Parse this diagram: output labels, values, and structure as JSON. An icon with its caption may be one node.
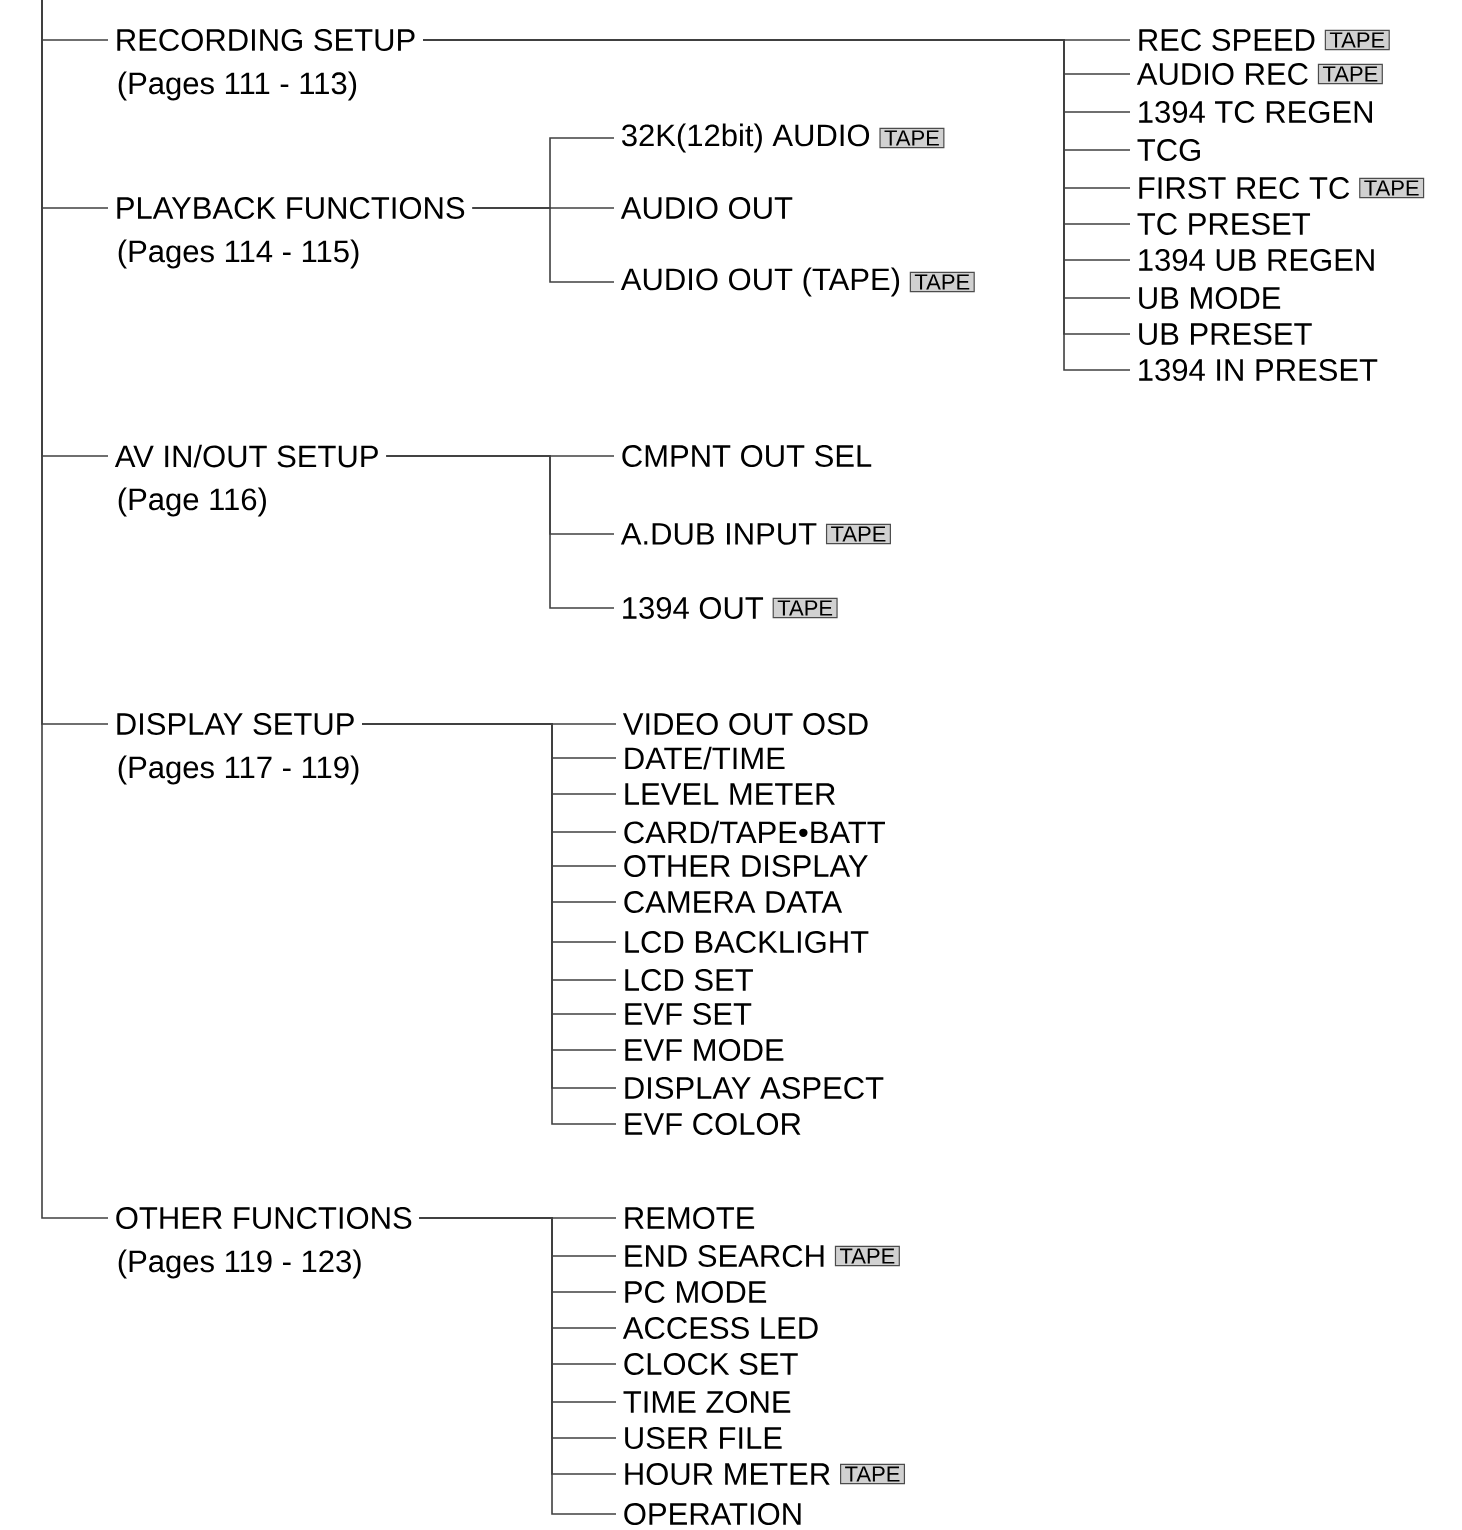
{
  "diagram": {
    "nodes": [
      {
        "text": [
          "RECORDING SETUP",
          "(Pages 111 - 113)"
        ]
      },
      {
        "text": [
          "REC SPEED",
          "TAPE"
        ]
      },
      {
        "text": [
          "AUDIO REC",
          "TAPE"
        ]
      },
      {
        "text": [
          "1394 TC REGEN"
        ]
      },
      {
        "text": [
          "TCG"
        ]
      },
      {
        "text": [
          "FIRST REC TC",
          "TAPE"
        ]
      },
      {
        "text": [
          "TC PRESET"
        ]
      },
      {
        "text": [
          "1394 UB REGEN"
        ]
      },
      {
        "text": [
          "UB MODE"
        ]
      },
      {
        "text": [
          "UB PRESET"
        ]
      },
      {
        "text": [
          "1394 IN PRESET"
        ]
      },
      {
        "text": [
          "PLAYBACK FUNCTIONS",
          "(Pages 114 - 115)"
        ]
      },
      {
        "text": [
          "32K(12bit) AUDIO",
          "TAPE"
        ]
      },
      {
        "text": [
          "AUDIO OUT"
        ]
      },
      {
        "text": [
          "AUDIO OUT (TAPE)",
          "TAPE"
        ]
      },
      {
        "text": [
          "AV IN/OUT SETUP",
          "(Page 116)"
        ]
      },
      {
        "text": [
          "CMPNT OUT SEL"
        ]
      },
      {
        "text": [
          "A.DUB INPUT",
          "TAPE"
        ]
      },
      {
        "text": [
          "1394 OUT",
          "TAPE"
        ]
      },
      {
        "text": [
          "DISPLAY SETUP",
          "(Pages 117 - 119)"
        ]
      },
      {
        "text": [
          "VIDEO OUT OSD"
        ]
      },
      {
        "text": [
          "DATE/TIME"
        ]
      },
      {
        "text": [
          "LEVEL METER"
        ]
      },
      {
        "text": [
          "CARD/TAPE•BATT"
        ]
      },
      {
        "text": [
          "OTHER DISPLAY"
        ]
      },
      {
        "text": [
          "CAMERA DATA"
        ]
      },
      {
        "text": [
          "LCD BACKLIGHT"
        ]
      },
      {
        "text": [
          "LCD SET"
        ]
      },
      {
        "text": [
          "EVF SET"
        ]
      },
      {
        "text": [
          "EVF MODE"
        ]
      },
      {
        "text": [
          "DISPLAY ASPECT"
        ]
      },
      {
        "text": [
          "EVF COLOR"
        ]
      },
      {
        "text": [
          "OTHER FUNCTIONS",
          "(Pages 119 - 123)"
        ]
      },
      {
        "text": [
          "REMOTE"
        ]
      },
      {
        "text": [
          "END SEARCH",
          "TAPE"
        ]
      },
      {
        "text": [
          "PC MODE"
        ]
      },
      {
        "text": [
          "ACCESS LED"
        ]
      },
      {
        "text": [
          "CLOCK SET"
        ]
      },
      {
        "text": [
          "TIME ZONE"
        ]
      },
      {
        "text": [
          "USER FILE"
        ]
      },
      {
        "text": [
          "HOUR METER",
          "TAPE"
        ]
      },
      {
        "text": [
          "OPERATION"
        ]
      }
    ],
    "edges": [
      {
        "from": null,
        "to": 0,
        "arrow": "none"
      },
      {
        "from": null,
        "to": 11,
        "arrow": "none"
      },
      {
        "from": null,
        "to": 15,
        "arrow": "none"
      },
      {
        "from": null,
        "to": 19,
        "arrow": "none"
      },
      {
        "from": null,
        "to": 32,
        "arrow": "none"
      },
      {
        "from": 0,
        "to": 1,
        "arrow": "none"
      },
      {
        "from": 0,
        "to": 2,
        "arrow": "none"
      },
      {
        "from": 0,
        "to": 3,
        "arrow": "none"
      },
      {
        "from": 0,
        "to": 4,
        "arrow": "none"
      },
      {
        "from": 0,
        "to": 5,
        "arrow": "none"
      },
      {
        "from": 0,
        "to": 6,
        "arrow": "none"
      },
      {
        "from": 0,
        "to": 7,
        "arrow": "none"
      },
      {
        "from": 0,
        "to": 8,
        "arrow": "none"
      },
      {
        "from": 0,
        "to": 9,
        "arrow": "none"
      },
      {
        "from": 0,
        "to": 10,
        "arrow": "none"
      },
      {
        "from": 11,
        "to": 12,
        "arrow": "none"
      },
      {
        "from": 11,
        "to": 13,
        "arrow": "none"
      },
      {
        "from": 11,
        "to": 14,
        "arrow": "none"
      },
      {
        "from": 15,
        "to": 16,
        "arrow": "none"
      },
      {
        "from": 15,
        "to": 17,
        "arrow": "none"
      },
      {
        "from": 15,
        "to": 18,
        "arrow": "none"
      },
      {
        "from": 19,
        "to": 20,
        "arrow": "none"
      },
      {
        "from": 19,
        "to": 21,
        "arrow": "none"
      },
      {
        "from": 19,
        "to": 22,
        "arrow": "none"
      },
      {
        "from": 19,
        "to": 23,
        "arrow": "none"
      },
      {
        "from": 19,
        "to": 24,
        "arrow": "none"
      },
      {
        "from": 19,
        "to": 25,
        "arrow": "none"
      },
      {
        "from": 19,
        "to": 26,
        "arrow": "none"
      },
      {
        "from": 19,
        "to": 27,
        "arrow": "none"
      },
      {
        "from": 19,
        "to": 28,
        "arrow": "none"
      },
      {
        "from": 19,
        "to": 29,
        "arrow": "none"
      },
      {
        "from": 19,
        "to": 30,
        "arrow": "none"
      },
      {
        "from": 19,
        "to": 31,
        "arrow": "none"
      },
      {
        "from": 32,
        "to": 33,
        "arrow": "none"
      },
      {
        "from": 32,
        "to": 34,
        "arrow": "none"
      },
      {
        "from": 32,
        "to": 35,
        "arrow": "none"
      },
      {
        "from": 32,
        "to": 36,
        "arrow": "none"
      },
      {
        "from": 32,
        "to": 37,
        "arrow": "none"
      },
      {
        "from": 32,
        "to": 38,
        "arrow": "none"
      },
      {
        "from": 32,
        "to": 39,
        "arrow": "none"
      },
      {
        "from": 32,
        "to": 40,
        "arrow": "none"
      },
      {
        "from": 32,
        "to": 41,
        "arrow": "none"
      }
    ]
  }
}
